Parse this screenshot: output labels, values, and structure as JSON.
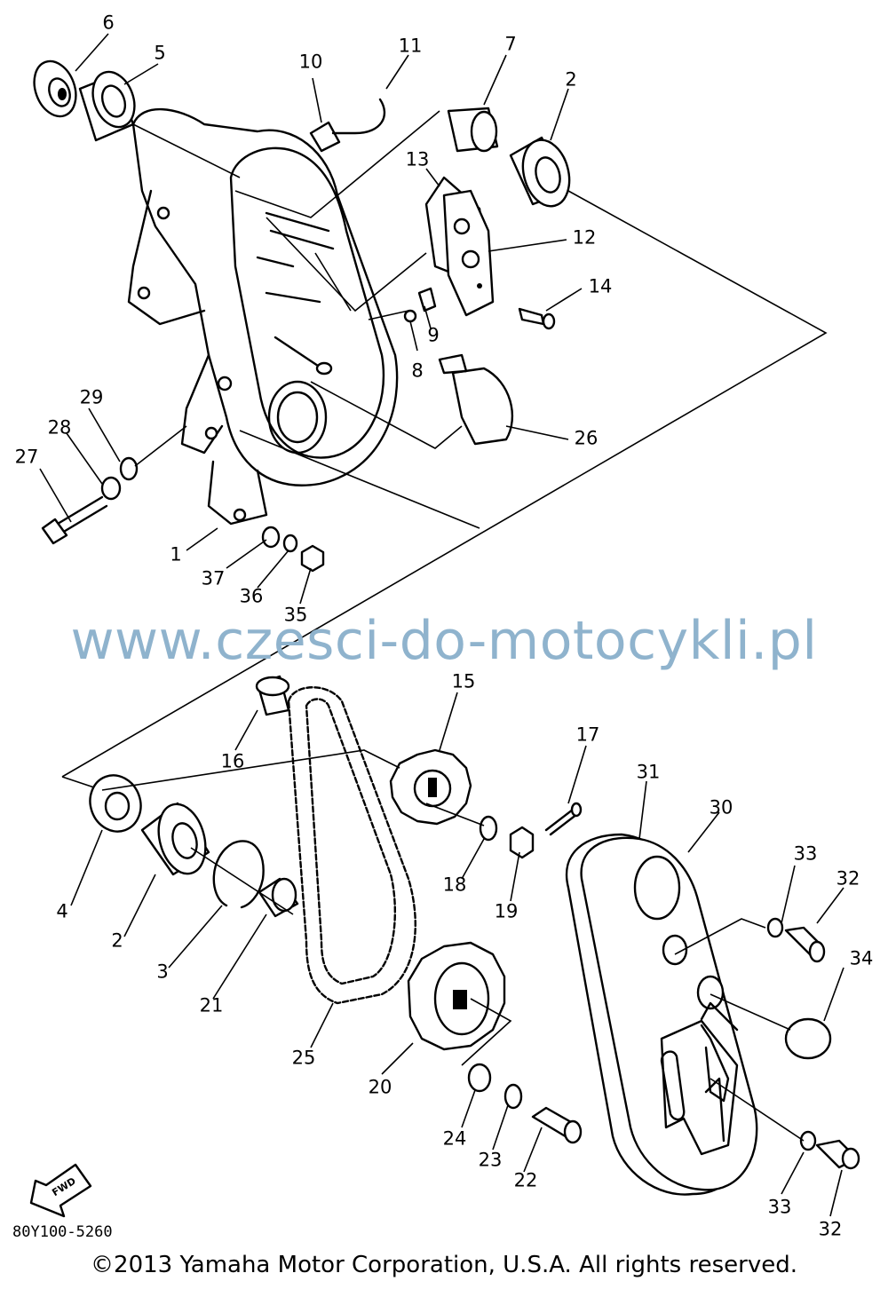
{
  "watermark": "www.czesci-do-motocykli.pl",
  "diagram_code": "80Y100-5260",
  "fwd_label": "FWD",
  "copyright": "©2013 Yamaha Motor Corporation, U.S.A. All rights reserved.",
  "callouts": [
    "6",
    "5",
    "10",
    "11",
    "7",
    "2",
    "13",
    "12",
    "14",
    "9",
    "8",
    "26",
    "29",
    "28",
    "27",
    "1",
    "37",
    "36",
    "35",
    "16",
    "15",
    "17",
    "31",
    "30",
    "33",
    "32",
    "4",
    "2",
    "3",
    "21",
    "18",
    "19",
    "34",
    "25",
    "20",
    "24",
    "23",
    "22",
    "33",
    "32"
  ]
}
